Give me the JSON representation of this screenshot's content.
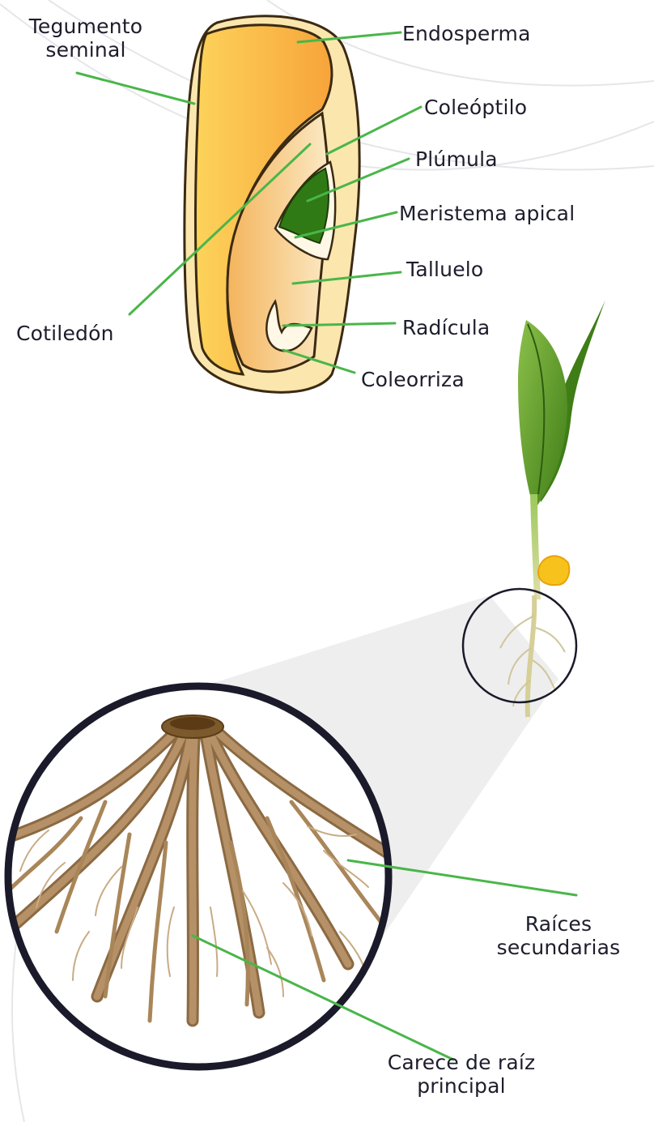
{
  "seed_labels": {
    "tegumento_line1": "Tegumento",
    "tegumento_line2": "seminal",
    "endosperma": "Endosperma",
    "coleoptilo": "Coleóptilo",
    "plumula": "Plúmula",
    "meristema": "Meristema apical",
    "talluelo": "Talluelo",
    "radicula": "Radícula",
    "coleorriza": "Coleorriza",
    "cotiledon": "Cotiledón"
  },
  "root_labels": {
    "raices_line1": "Raíces",
    "raices_line2": "secundarias",
    "carece_line1": "Carece de raíz",
    "carece_line2": "principal"
  },
  "colors": {
    "leader_line": "#49b649",
    "outline": "#3b2a12",
    "endosperm": "#f6b43a",
    "seed_inner": "#fbe7b0",
    "embryo": "#f0c071",
    "plumule": "#2f7a14",
    "leaf": "#4f8f1c",
    "root": "#a27e56",
    "circle": "#1a1a2a"
  }
}
